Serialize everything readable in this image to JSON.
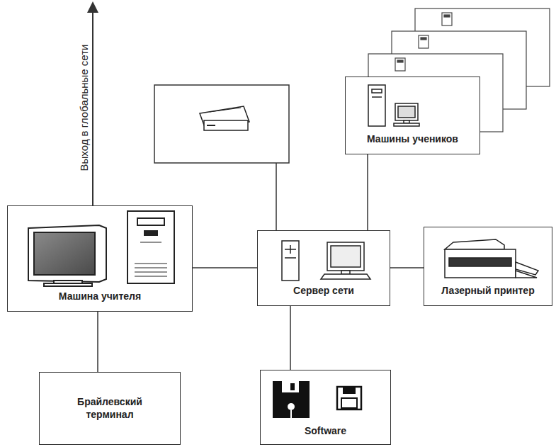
{
  "diagram": {
    "nodes": [
      {
        "text": [
          "Машины учеников"
        ]
      },
      {
        "text": [
          "Машина учителя"
        ]
      },
      {
        "text": [
          "Сервер сети"
        ]
      },
      {
        "text": [
          "Лазерный принтер"
        ]
      },
      {
        "text": [
          "Брайлевский терминал"
        ]
      },
      {
        "text": [
          "Software"
        ]
      }
    ],
    "edges": [
      {
        "from": 2,
        "to": 0,
        "arrow": "none"
      },
      {
        "from": 1,
        "to": 2,
        "arrow": "none"
      },
      {
        "from": 2,
        "to": 3,
        "arrow": "none"
      },
      {
        "from": 2,
        "to": 5,
        "arrow": "none"
      },
      {
        "from": 1,
        "to": 4,
        "arrow": "none"
      }
    ],
    "labels": [
      "Выход в глобальные сети"
    ]
  }
}
